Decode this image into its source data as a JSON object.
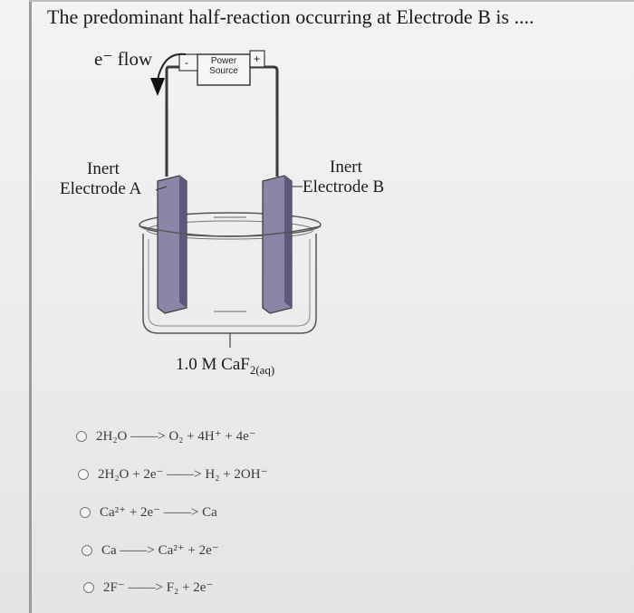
{
  "question": "The predominant half-reaction occurring at Electrode B is ....",
  "diagram": {
    "e_flow": "e⁻ flow",
    "power_source": "Power Source",
    "minus": "-",
    "plus": "+",
    "inert_a": "Inert",
    "electrode_a": "Electrode A",
    "inert_b": "Inert",
    "electrode_b": "Electrode B",
    "solution": "1.0 M CaF",
    "solution_sub": "2(aq)"
  },
  "options": [
    "2H₂O ——> O₂ + 4H⁺ + 4e⁻",
    "2H₂O + 2e⁻ ——> H₂ + 2OH⁻",
    "Ca²⁺ + 2e⁻ ——> Ca",
    "Ca ——> Ca²⁺ + 2e⁻",
    "2F⁻ ——> F₂ + 2e⁻"
  ],
  "colors": {
    "electrode": "#8a86a8",
    "electrode_dark": "#5d597a",
    "wire": "#3a3a3a"
  }
}
